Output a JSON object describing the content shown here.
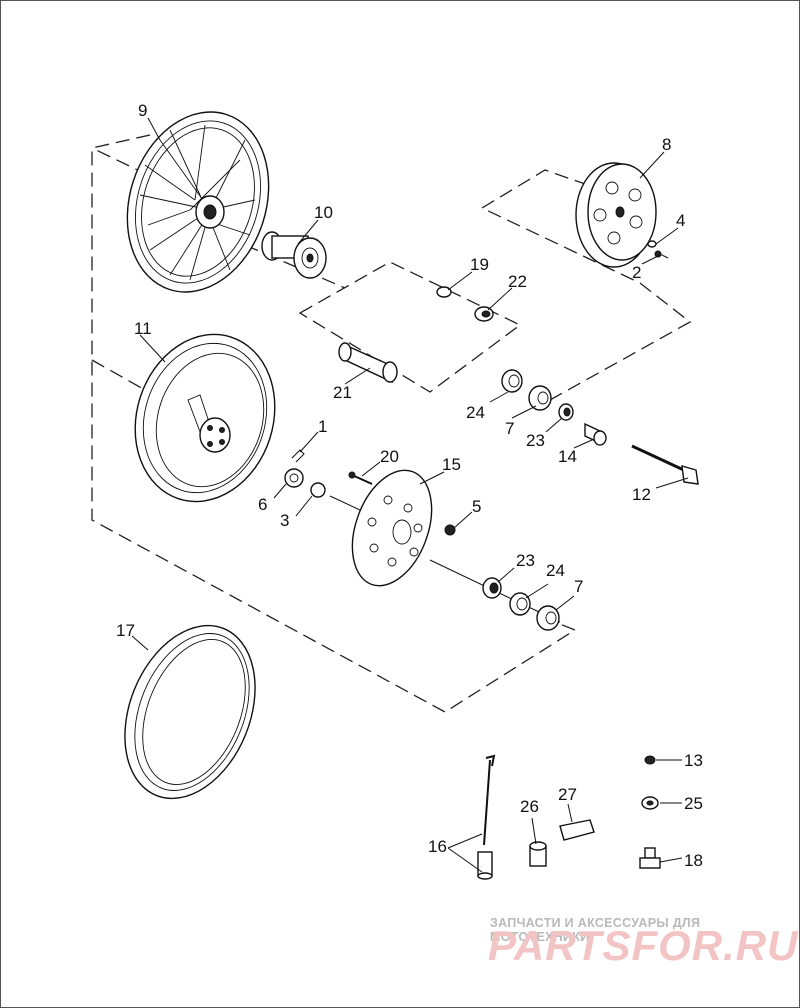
{
  "watermark": {
    "tagline": "ЗАПЧАСТИ И АКСЕССУАРЫ ДЛЯ МОТОТЕХНИКИ",
    "brand": "PARTSFOR.RU"
  },
  "callouts": {
    "c9": "9",
    "c10": "10",
    "c8": "8",
    "c4": "4",
    "c2": "2",
    "c19": "19",
    "c22": "22",
    "c11": "11",
    "c21": "21",
    "c24a": "24",
    "c7a": "7",
    "c23a": "23",
    "c14": "14",
    "c12": "12",
    "c1": "1",
    "c20": "20",
    "c15": "15",
    "c6": "6",
    "c3": "3",
    "c5": "5",
    "c23b": "23",
    "c24b": "24",
    "c7b": "7",
    "c17": "17",
    "c13": "13",
    "c25": "25",
    "c26": "26",
    "c27": "27",
    "c16": "16",
    "c18": "18"
  }
}
